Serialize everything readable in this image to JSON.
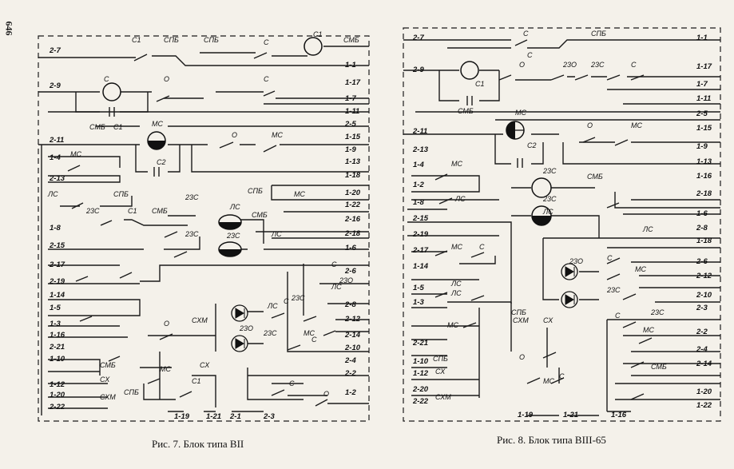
{
  "page_number": "646",
  "fig7": {
    "caption": "Рис. 7. Блок типа ВII",
    "left_terminals": [
      "2-7",
      "2-9",
      "2-11",
      "1-4",
      "2-13",
      "1-8",
      "2-15",
      "2-17",
      "2-19",
      "1-14",
      "1-5",
      "1-3",
      "1-16",
      "2-21",
      "1-10",
      "1-12",
      "1-20",
      "2-22"
    ],
    "right_terminals": [
      "1-1",
      "1-17",
      "1-7",
      "1-11",
      "2-5",
      "1-15",
      "1-9",
      "1-13",
      "1-18",
      "1-20",
      "1-22",
      "2-16",
      "2-18",
      "1-6",
      "2-6",
      "2-8",
      "2-12",
      "2-14",
      "2-10",
      "2-4",
      "2-2",
      "1-2"
    ],
    "bottom_terminals": [
      "1-19",
      "1-21",
      "2-1",
      "2-3"
    ],
    "labels": [
      "С1",
      "СПБ",
      "СПБ",
      "С",
      "С1",
      "СМБ",
      "С",
      "О",
      "С",
      "СМБ",
      "С1",
      "МС",
      "О",
      "МС",
      "С2",
      "МС",
      "ЛС",
      "СПБ",
      "23С",
      "С1",
      "СМБ",
      "23С",
      "ЛС",
      "СМБ",
      "23С",
      "23С",
      "ЛС",
      "СПБ",
      "МС",
      "С",
      "23С",
      "ЛС",
      "23О",
      "ЛС",
      "О",
      "СХМ",
      "23С",
      "С",
      "МС",
      "С",
      "СХ",
      "С1",
      "МС",
      "СМБ",
      "СПБ",
      "СХ",
      "СХМ",
      "С",
      "О",
      "23О"
    ]
  },
  "fig8": {
    "caption": "Рис. 8. Блок типа ВIII-65",
    "left_terminals": [
      "2-7",
      "2-9",
      "2-11",
      "2-13",
      "1-4",
      "1-2",
      "1-8",
      "2-15",
      "2-19",
      "2-17",
      "1-14",
      "1-5",
      "1-3",
      "2-21",
      "1-10",
      "1-12",
      "2-20",
      "2-22"
    ],
    "right_terminals": [
      "1-1",
      "1-17",
      "1-7",
      "1-11",
      "2-5",
      "1-15",
      "1-9",
      "1-13",
      "1-16",
      "2-18",
      "1-6",
      "2-8",
      "1-18",
      "2-6",
      "2-12",
      "2-10",
      "2-3",
      "2-2",
      "2-4",
      "2-14",
      "1-20",
      "1-22"
    ],
    "bottom_terminals": [
      "1-19",
      "1-21",
      "1-16"
    ],
    "labels": [
      "С",
      "СПБ",
      "С",
      "О",
      "23О",
      "23С",
      "С",
      "С1",
      "СМБ",
      "МС",
      "С2",
      "О",
      "МС",
      "МС",
      "23С",
      "СМБ",
      "ЛС",
      "23С",
      "ЛС",
      "МС",
      "С",
      "ЛС",
      "ЛС",
      "СПБ",
      "МС",
      "СХМ",
      "СХ",
      "О",
      "МС",
      "С",
      "ЛС",
      "С",
      "23О",
      "23С",
      "МС",
      "С",
      "23С",
      "МС",
      "СМБ",
      "СПБ",
      "СХ",
      "СХМ"
    ]
  }
}
